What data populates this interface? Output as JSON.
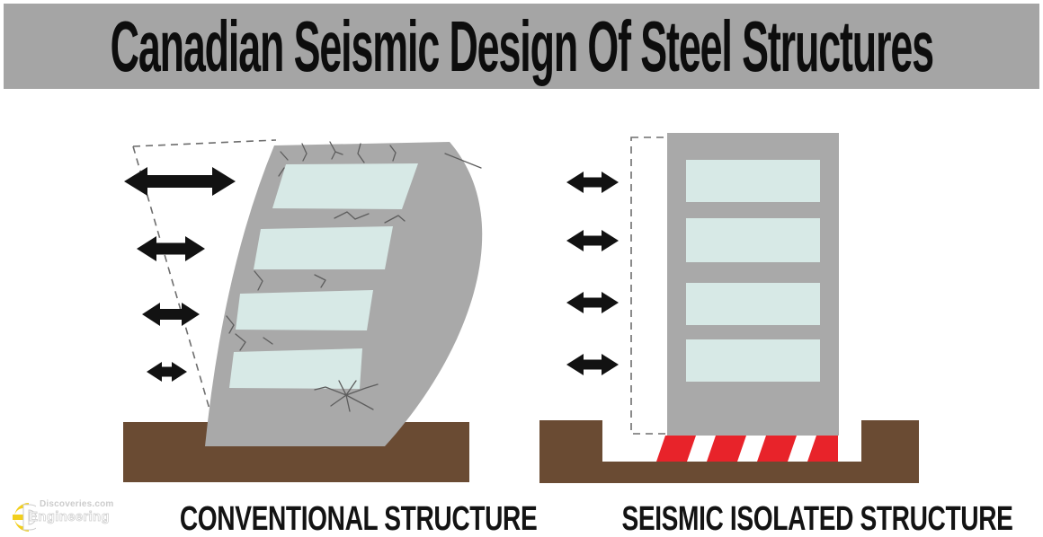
{
  "header": {
    "title": "Canadian Seismic Design Of Steel Structures"
  },
  "figures": {
    "left": {
      "label": "CONVENTIONAL STRUCTURE"
    },
    "right": {
      "label": "SEISMIC ISOLATED STRUCTURE"
    }
  },
  "watermark": {
    "brand_top": "Discoveries.com",
    "brand_bottom": "Engineering"
  },
  "icons": {
    "arrow": "double-arrow-icon",
    "monogram": "ed-logo-icon"
  },
  "colors": {
    "header_band": "#a5a5a5",
    "title_black": "#0d0d0d",
    "building_gray": "#a9a9a9",
    "window_glass": "#d7e9e6",
    "ground_brown": "#6a4b33",
    "isolator_red": "#e8232a",
    "isolator_white": "#ffffff",
    "arrow_black": "#121212",
    "dashed_gray": "#6e6e6e",
    "crack_gray": "#5d5d5d",
    "label_black": "#131313",
    "watermark_yellow": "#f2cf1c",
    "watermark_gray": "#cccccc"
  }
}
